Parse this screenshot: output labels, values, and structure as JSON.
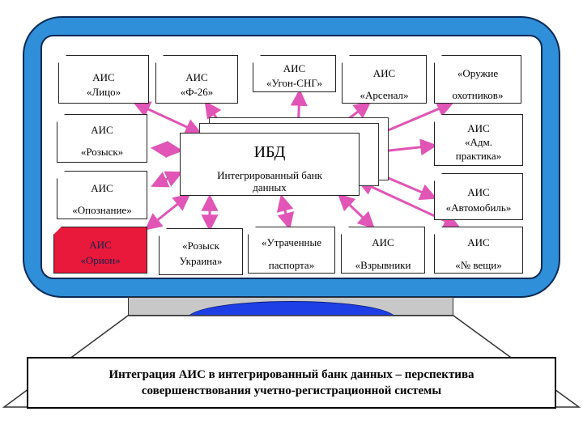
{
  "colors": {
    "monitor": "#2f8fd9",
    "arrow": "#e055b5",
    "stand_disk": "#1e3fe6",
    "highlight_card": "#e8193a"
  },
  "ibd": {
    "title": "ИБД",
    "subtitle_line1": "Интегрированный банк",
    "subtitle_line2": "данных"
  },
  "cards": [
    {
      "id": "lico",
      "line1": "АИС",
      "line2": "«Лицо»"
    },
    {
      "id": "f26",
      "line1": "АИС",
      "line2": "«Ф-26»"
    },
    {
      "id": "ugon",
      "line1": "АИС",
      "line2": "«Угон-СНГ»"
    },
    {
      "id": "arsenal",
      "line1": "АИС",
      "line2": "«Арсенал»"
    },
    {
      "id": "oruzhie",
      "line1": "«Оружие",
      "line2": "охотников»"
    },
    {
      "id": "rozysk",
      "line1": "АИС",
      "line2": "«Розыск»"
    },
    {
      "id": "adm",
      "line1": "АИС",
      "line2": "«Адм.",
      "line3": "практика»"
    },
    {
      "id": "opoznanie",
      "line1": "АИС",
      "line2": "«Опознание»"
    },
    {
      "id": "avtomobil",
      "line1": "АИС",
      "line2": "«Автомобиль»"
    },
    {
      "id": "orion",
      "line1": "АИС",
      "line2": "«Орион»"
    },
    {
      "id": "rozysk-ukraina",
      "line1": "«Розыск",
      "line2": "Украина»"
    },
    {
      "id": "utrachennye",
      "line1": "«Утраченные",
      "line2": "паспорта»"
    },
    {
      "id": "vzryvniki",
      "line1": "АИС",
      "line2": "«Взрывники"
    },
    {
      "id": "veshchi",
      "line1": "АИС",
      "line2": "«№ вещи»"
    }
  ],
  "caption": {
    "line1": "Интеграция АИС в  интегрированный банк данных – перспектива",
    "line2": "совершенствования учетно-регистрационной системы"
  }
}
